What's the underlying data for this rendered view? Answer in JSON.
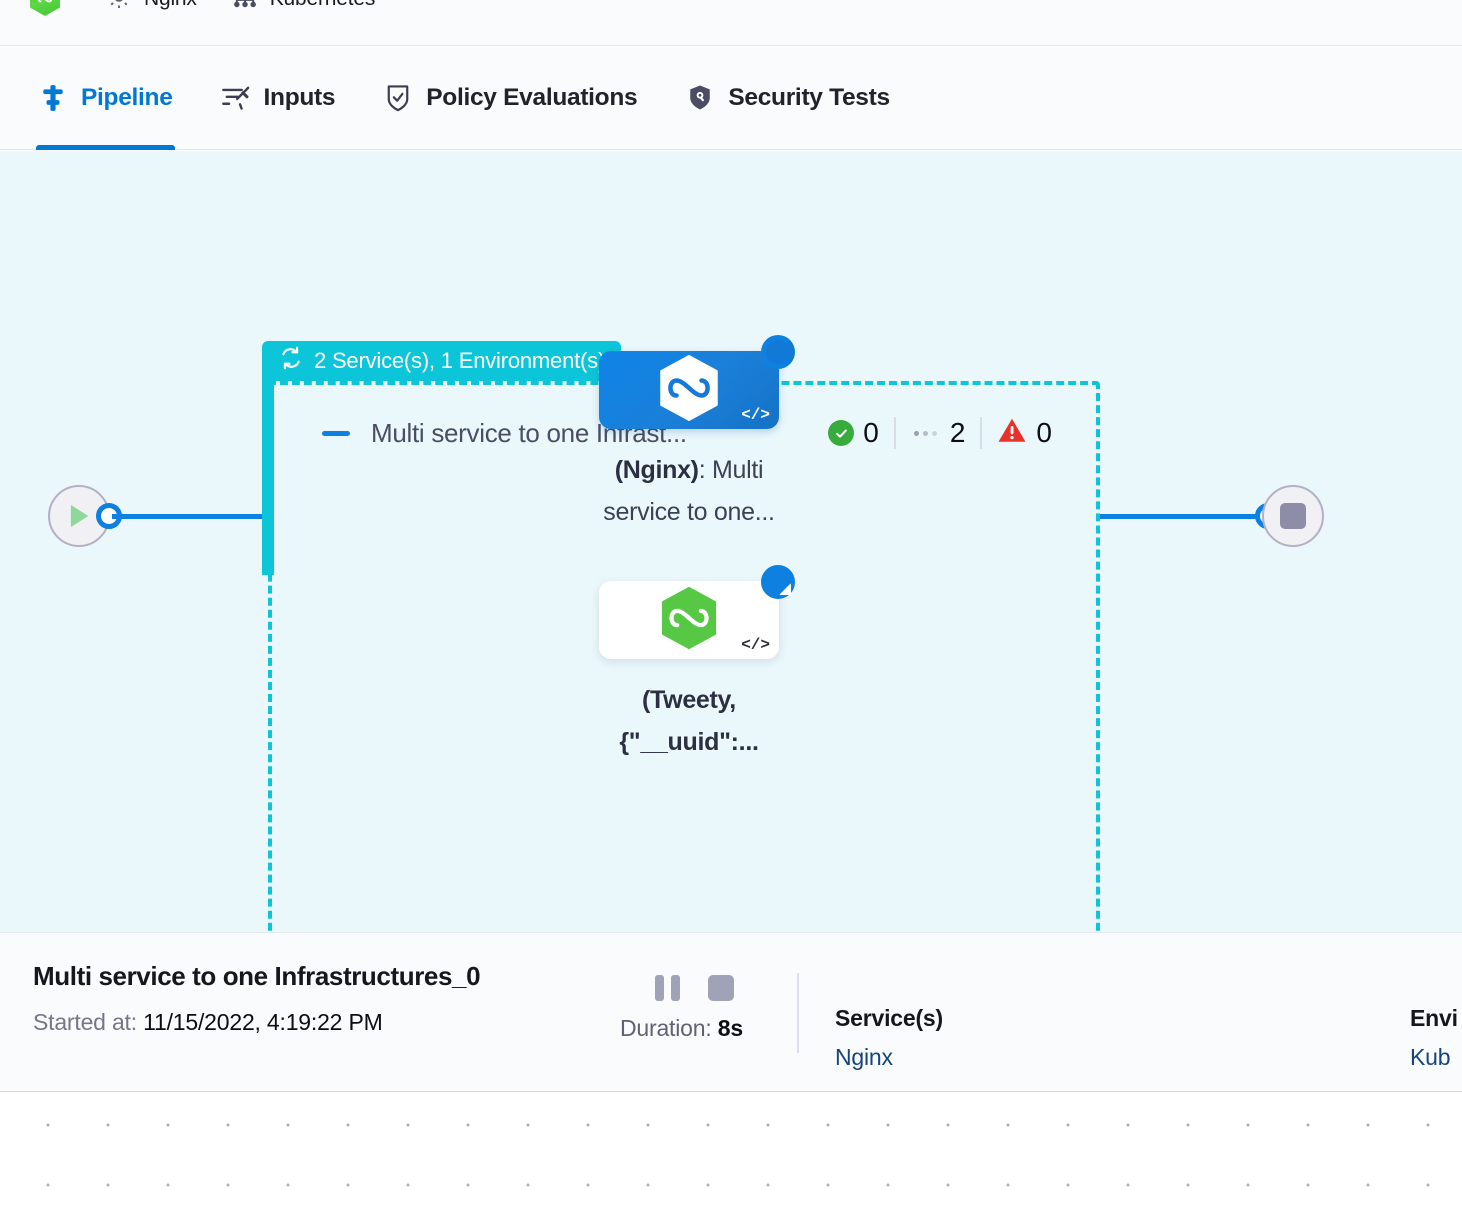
{
  "topstrip": {
    "items": [
      {
        "icon": "harness-hexagon-logo",
        "label": ""
      },
      {
        "icon": "gear-icon",
        "label": "Nginx"
      },
      {
        "icon": "kubernetes-icon",
        "label": "Kubernetes"
      }
    ]
  },
  "tabs": [
    {
      "label": "Pipeline",
      "icon": "pipeline-icon",
      "active": true
    },
    {
      "label": "Inputs",
      "icon": "inputs-wand-icon",
      "active": false
    },
    {
      "label": "Policy Evaluations",
      "icon": "policy-shield-check-icon",
      "active": false
    },
    {
      "label": "Security Tests",
      "icon": "security-shield-icon",
      "active": false
    }
  ],
  "pipeline": {
    "group": {
      "badge_label": "2 Service(s), 1 Environment(s)",
      "badge_icon": "loop-repeat-icon",
      "title": "Multi service to one Infrast...",
      "collapse_icon": "collapse-minus-icon",
      "statuses": [
        {
          "icon": "success-check-icon",
          "count": "0"
        },
        {
          "icon": "pending-dots-icon",
          "count": "2"
        },
        {
          "icon": "warning-triangle-icon",
          "count": "0"
        }
      ]
    },
    "nodes": [
      {
        "label_bold": "(Nginx)",
        "label_rest": ": Multi service to one...",
        "tile_style": "blue",
        "logo": "harness-hexagon-white",
        "badge": "running-spinner",
        "code_icon": "</>"
      },
      {
        "label_bold": "(Tweety, {\"__uuid\":...",
        "label_rest": "",
        "tile_style": "white",
        "logo": "harness-hexagon-green",
        "badge": "running-spinner",
        "code_icon": "</>"
      }
    ],
    "start_node": {
      "icon": "play-icon"
    },
    "end_node": {
      "icon": "stop-square-icon"
    }
  },
  "detail": {
    "title": "Multi service to one Infrastructures_0",
    "started_key": "Started at:",
    "started_value": "11/15/2022, 4:19:22 PM",
    "pause_icon": "pause-icon",
    "stop_icon": "stop-icon",
    "duration_key": "Duration:",
    "duration_value": "8s",
    "services_header": "Service(s)",
    "services_value": "Nginx",
    "environments_header": "Envi",
    "environments_value": "Kub"
  },
  "colors": {
    "accent_blue": "#0278d5",
    "teal": "#0dc5d8",
    "canvas": "#eaf8fc",
    "link": "#14457c",
    "success": "#37ab3c",
    "error": "#e8312a"
  }
}
